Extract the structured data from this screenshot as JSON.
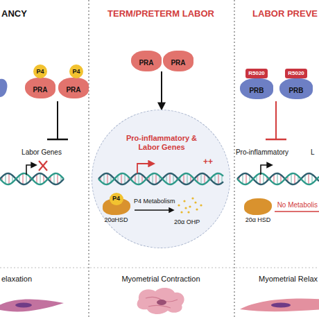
{
  "diagram": {
    "nodes": [
      {
        "text": [
          "P4"
        ]
      },
      {
        "text": [
          "P4"
        ]
      },
      {
        "text": [
          "PRA"
        ]
      },
      {
        "text": [
          "PRA"
        ]
      },
      {
        "text": [
          "PRA"
        ]
      },
      {
        "text": [
          "PRA"
        ]
      },
      {
        "text": [
          "Pro-inflammatory & Labor Genes",
          "++",
          "P4 Metabolism",
          "20α OHP"
        ]
      },
      {
        "text": [
          "20αHSD"
        ],
        "in": 6
      },
      {
        "text": [
          "P4"
        ],
        "in": 7
      },
      {
        "text": [
          "R5020"
        ]
      },
      {
        "text": [
          "PRB"
        ]
      },
      {
        "text": [
          "R5020"
        ]
      },
      {
        "text": [
          "PRB"
        ]
      },
      {
        "text": [
          "20α HSD"
        ]
      }
    ],
    "edges": [
      {
        "from": 4,
        "to": 6,
        "arrow": "to"
      }
    ],
    "labels": [
      "ANCY",
      "TERM/PRETERM LABOR",
      "LABOR PREVE",
      "Labor Genes",
      "elaxation",
      "Myometrial Contraction",
      "Pro-inflammatory",
      "L",
      "No Metabolis",
      "Myometrial Relax"
    ]
  }
}
